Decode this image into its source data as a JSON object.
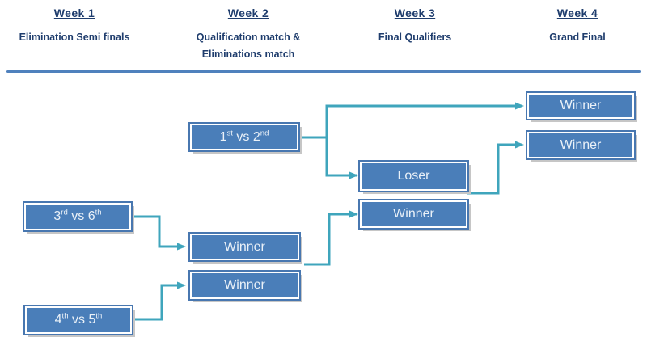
{
  "columns": [
    {
      "week_label": "Week 1",
      "subtitle": "Elimination Semi finals"
    },
    {
      "week_label": "Week 2",
      "subtitle": "Qualification match &\nEliminations match"
    },
    {
      "week_label": "Week 3",
      "subtitle": "Final Qualifiers"
    },
    {
      "week_label": "Week 4",
      "subtitle": "Grand Final"
    }
  ],
  "boxes": {
    "match_1_vs_2": {
      "parts": [
        {
          "text": "1"
        },
        {
          "text": "st",
          "sup": true
        },
        {
          "text": " vs 2"
        },
        {
          "text": "nd",
          "sup": true
        }
      ]
    },
    "match_3_vs_6": {
      "parts": [
        {
          "text": "3"
        },
        {
          "text": "rd",
          "sup": true
        },
        {
          "text": " vs 6"
        },
        {
          "text": "th",
          "sup": true
        }
      ]
    },
    "match_4_vs_5": {
      "parts": [
        {
          "text": "4"
        },
        {
          "text": "th",
          "sup": true
        },
        {
          "text": " vs 5"
        },
        {
          "text": "th",
          "sup": true
        }
      ]
    },
    "week2_winner_top": {
      "label": "Winner"
    },
    "week2_winner_bottom": {
      "label": "Winner"
    },
    "week3_loser": {
      "label": "Loser"
    },
    "week3_winner": {
      "label": "Winner"
    },
    "week4_winner_top": {
      "label": "Winner"
    },
    "week4_winner_bottom": {
      "label": "Winner"
    }
  },
  "colors": {
    "box_fill": "#4a7eb9",
    "box_border": "#4877b0",
    "box_text": "#eaf1f8",
    "box_drop_shadow": "#c6c6c6",
    "connector": "#3fa5bc",
    "header_text": "#1f3d6d",
    "divider": "#4f81bd"
  }
}
